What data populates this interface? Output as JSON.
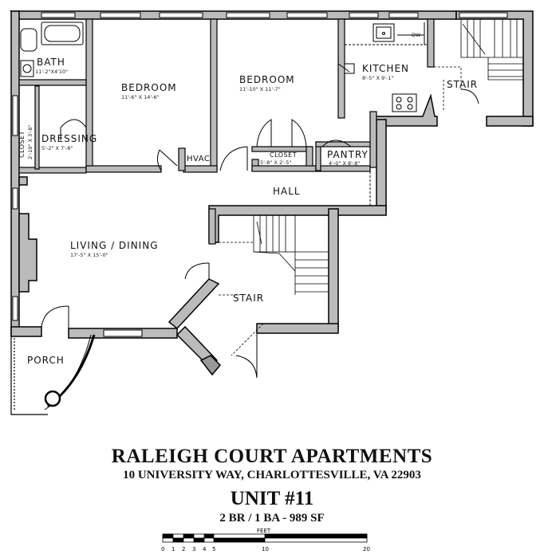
{
  "rooms": {
    "bath": {
      "name": "BATH",
      "dims": "11'-2\"X4'10\""
    },
    "bedroom1": {
      "name": "BEDROOM",
      "dims": "11'-6\" X 14'-6\""
    },
    "bedroom2": {
      "name": "BEDROOM",
      "dims": "11'-10\" X 11'-7\""
    },
    "kitchen": {
      "name": "KITCHEN",
      "dims": "8'-5\" X 9'-1\""
    },
    "stair_top": {
      "name": "STAIR"
    },
    "closet_left": {
      "name": "CLOSET",
      "dims": "2'-10\" X 3'-8\""
    },
    "dressing": {
      "name": "DRESSING",
      "dims": "5'-2\" X 7'-8\""
    },
    "hvac": {
      "name": "HVAC"
    },
    "closet_center": {
      "name": "CLOSET",
      "dims": "5'-8\" X 2'-5\""
    },
    "pantry": {
      "name": "PANTRY",
      "dims": "4'-0\" X 8'-8\""
    },
    "hall": {
      "name": "HALL"
    },
    "living": {
      "name": "LIVING / DINING",
      "dims": "17'-5\" X 15'-0\""
    },
    "stair_main": {
      "name": "STAIR"
    },
    "porch": {
      "name": "PORCH"
    }
  },
  "fixtures": {
    "dw": "DW"
  },
  "title": {
    "building": "RALEIGH COURT APARTMENTS",
    "address": "10 UNIVERSITY WAY, CHARLOTTESVILLE, VA 22903",
    "unit": "UNIT #11",
    "summary": "2 BR / 1 BA - 989 SF"
  },
  "scale": {
    "label": "FEET",
    "ticks": [
      "0",
      "1",
      "2",
      "3",
      "4",
      "5",
      "10",
      "20"
    ]
  }
}
